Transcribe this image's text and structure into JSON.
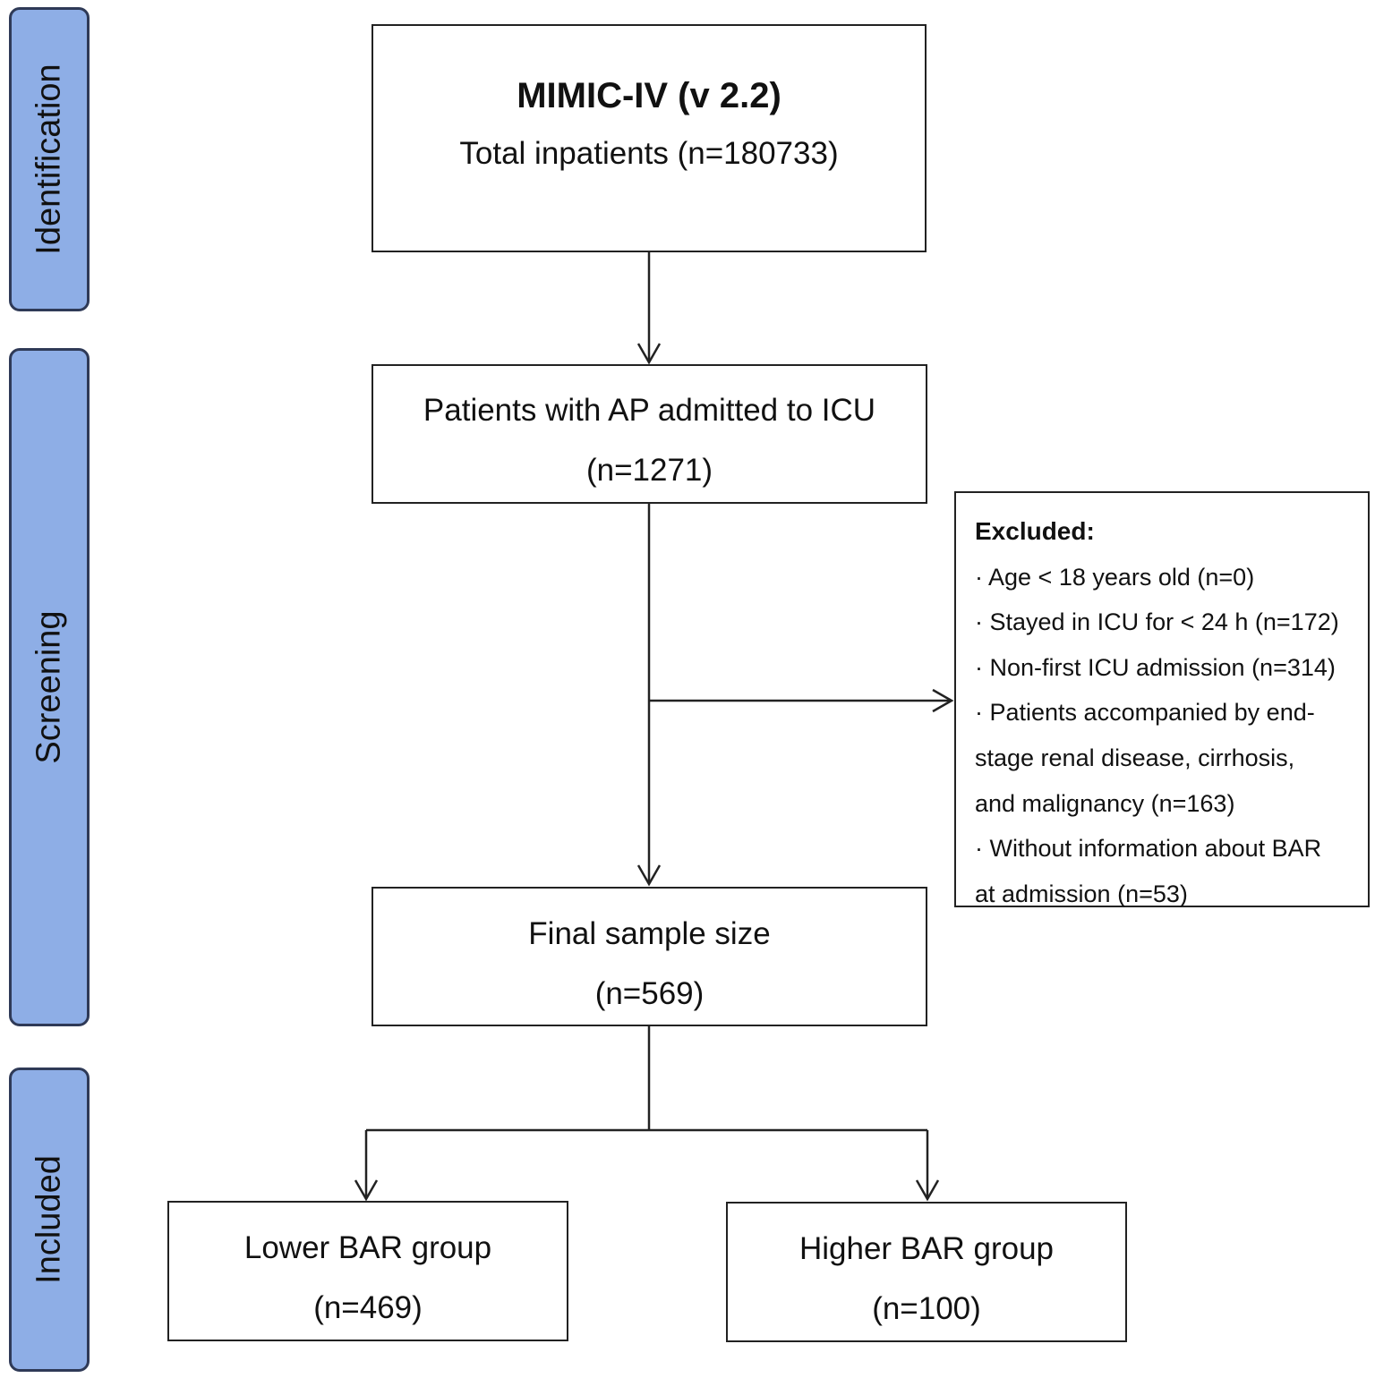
{
  "phases": {
    "identification": "Identification",
    "screening": "Screening",
    "included": "Included"
  },
  "boxes": {
    "source": {
      "title": "MIMIC-IV (v 2.2)",
      "text": "Total inpatients (n=180733)"
    },
    "icu": {
      "line1": "Patients with AP admitted to ICU",
      "line2": "(n=1271)"
    },
    "final": {
      "line1": "Final sample size",
      "line2": "(n=569)"
    },
    "lower": {
      "line1": "Lower BAR group",
      "line2": "(n=469)"
    },
    "higher": {
      "line1": "Higher BAR group",
      "line2": "(n=100)"
    }
  },
  "excluded": {
    "heading": "Excluded:",
    "lines": [
      "· Age < 18 years old (n=0)",
      "· Stayed in ICU for < 24 h (n=172)",
      "· Non-first ICU admission (n=314)",
      "· Patients accompanied by end-",
      "stage renal disease, cirrhosis,",
      "and malignancy (n=163)",
      "· Without information about BAR",
      "at admission (n=53)"
    ]
  },
  "colors": {
    "phase_fill": "#8eaee6",
    "phase_border": "#2f3a57",
    "line": "#222222"
  }
}
